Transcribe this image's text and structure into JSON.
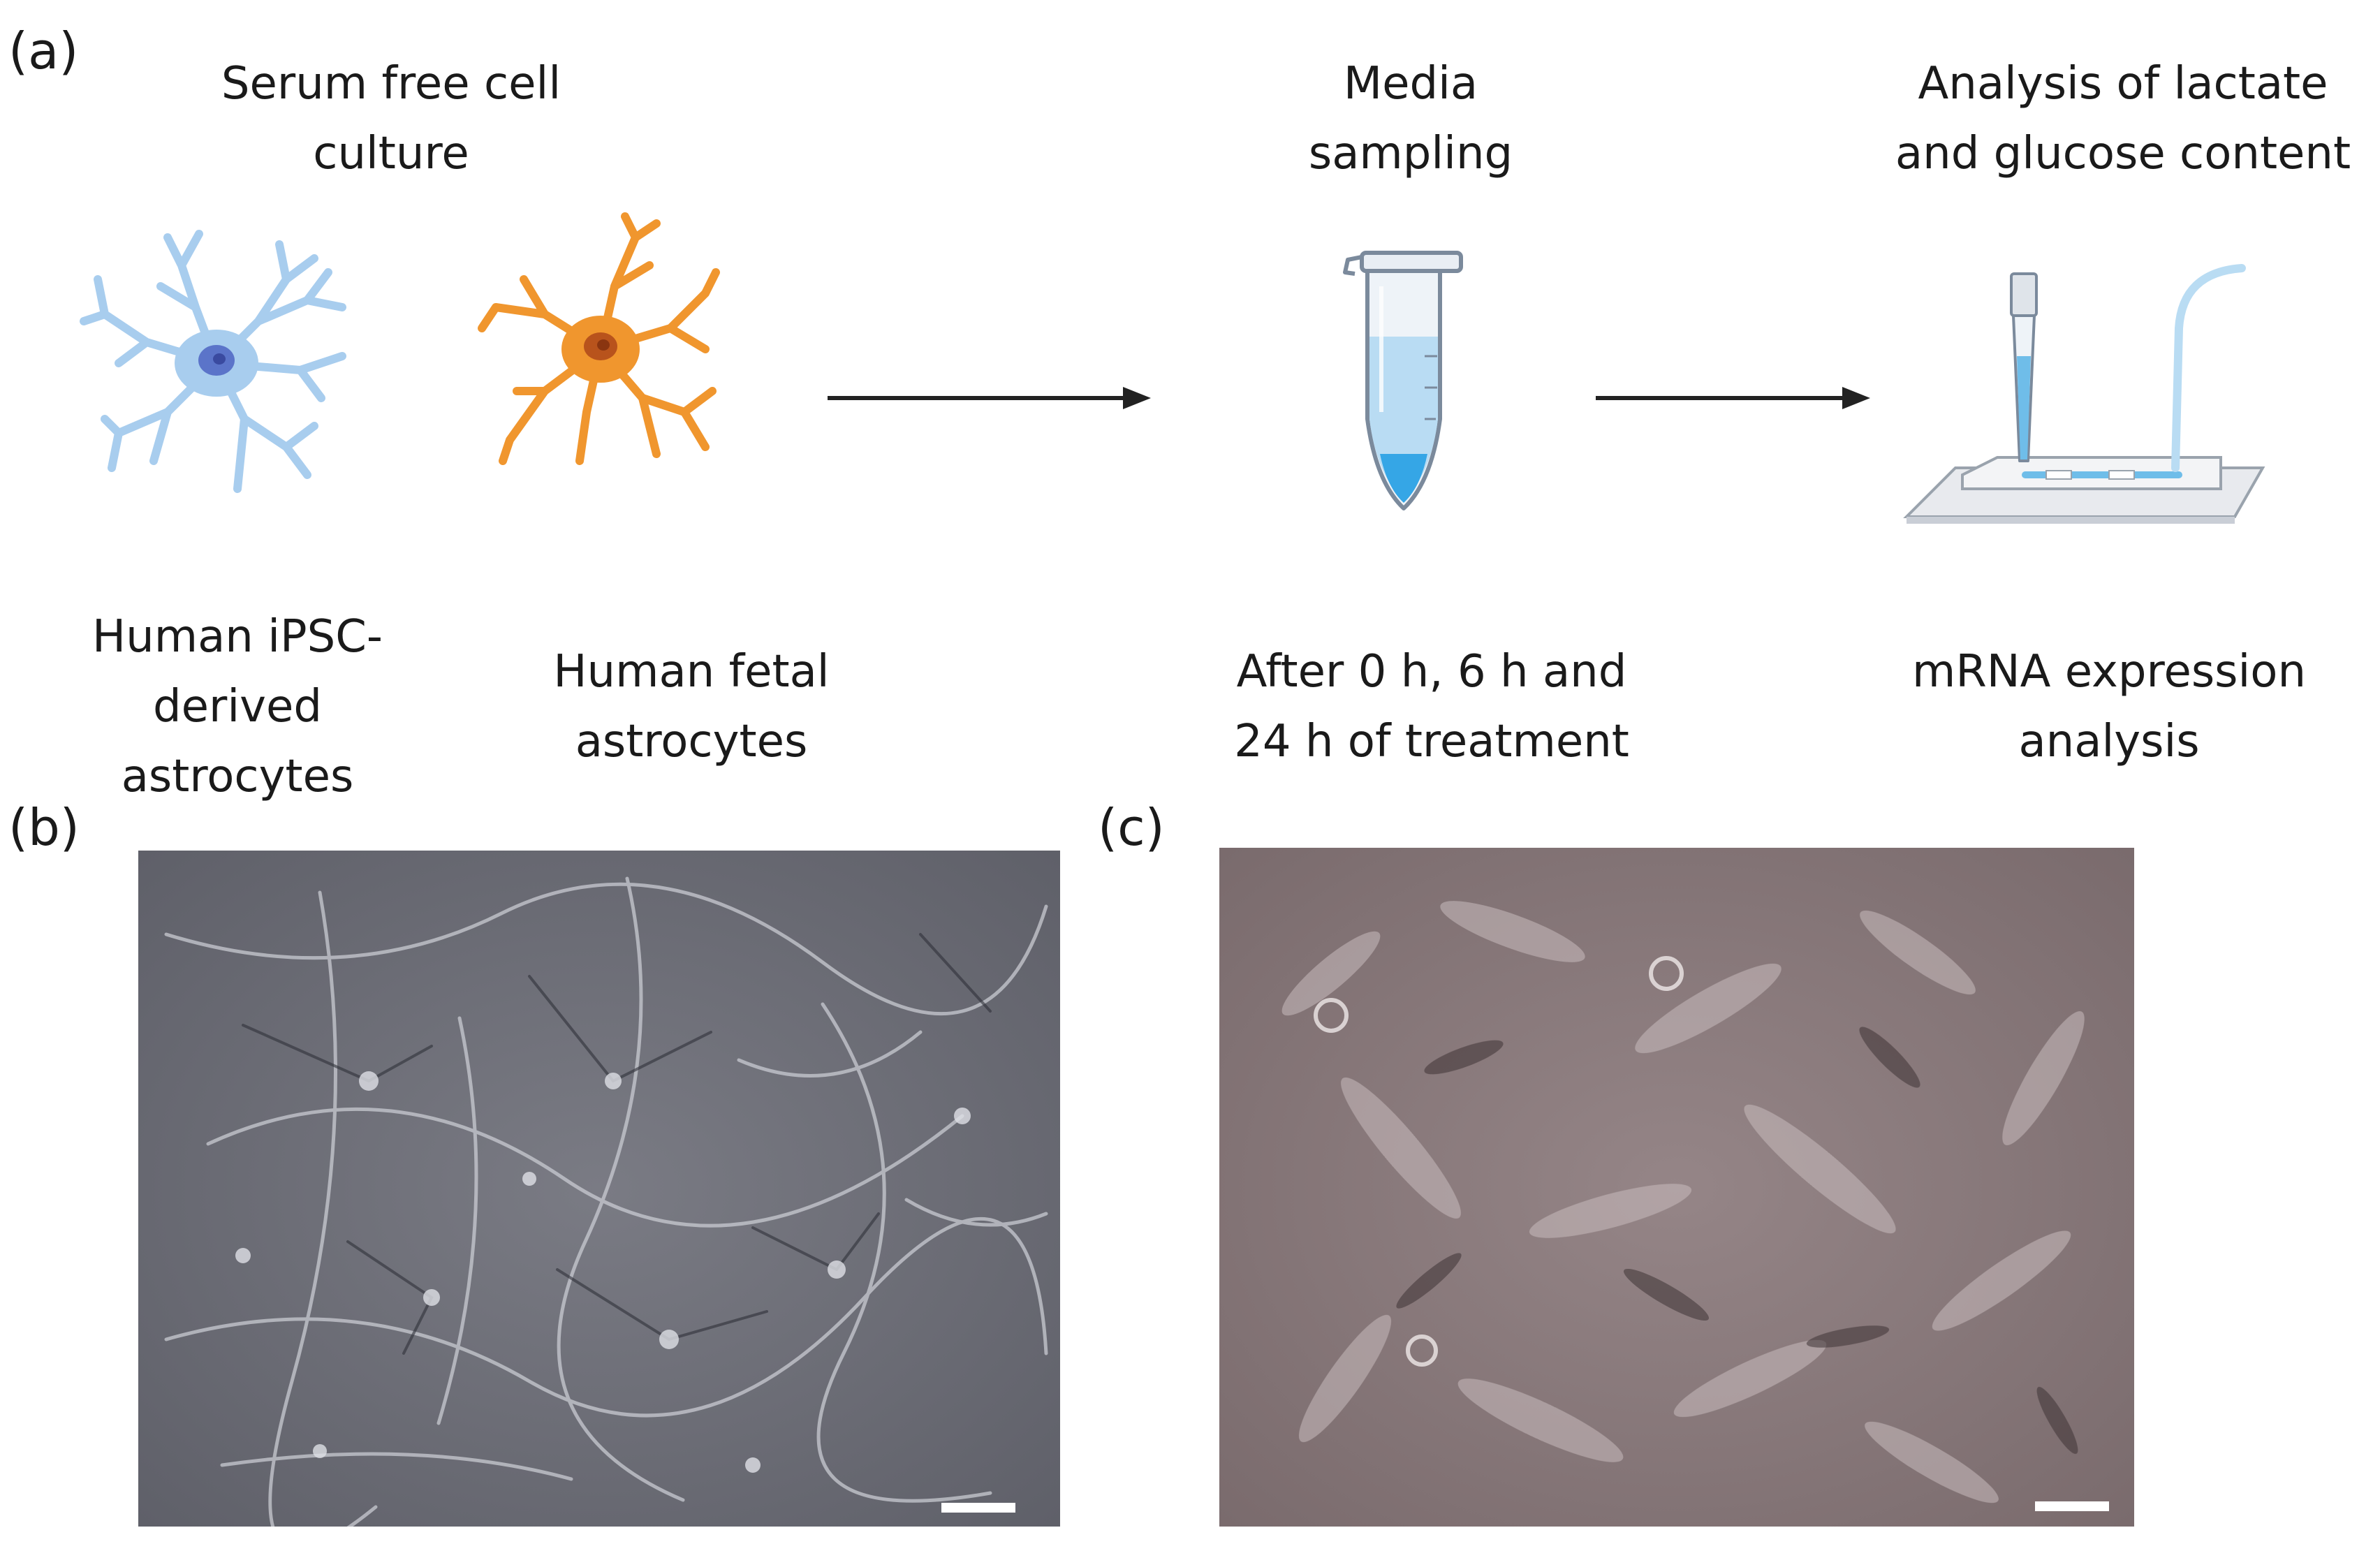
{
  "panel_a": {
    "label": "(a)",
    "step1_title_line1": "Serum free cell",
    "step1_title_line2": "culture",
    "cell1_line1": "Human iPSC-",
    "cell1_line2": "derived",
    "cell1_line3": "astrocytes",
    "cell2_line1": "Human fetal",
    "cell2_line2": "astrocytes",
    "step2_title_line1": "Media",
    "step2_title_line2": "sampling",
    "step2_caption_line1": "After 0 h, 6 h and",
    "step2_caption_line2": "24 h of treatment",
    "step3_title_line1": "Analysis of lactate",
    "step3_title_line2": "and glucose content",
    "step3_caption_line1": "mRNA expression",
    "step3_caption_line2": "analysis"
  },
  "panel_b": {
    "label": "(b)"
  },
  "panel_c": {
    "label": "(c)"
  },
  "colors": {
    "ipsc_astrocyte": "#a8cdee",
    "fetal_astrocyte": "#f0962e",
    "liquid": "#35a6e6",
    "arrow": "#222222",
    "micrograph_b": "#6f7078",
    "micrograph_c": "#8a7a7c"
  },
  "icons": [
    "ipsc-astrocyte-icon",
    "fetal-astrocyte-icon",
    "sample-tube-icon",
    "microfluidic-chip-icon"
  ]
}
